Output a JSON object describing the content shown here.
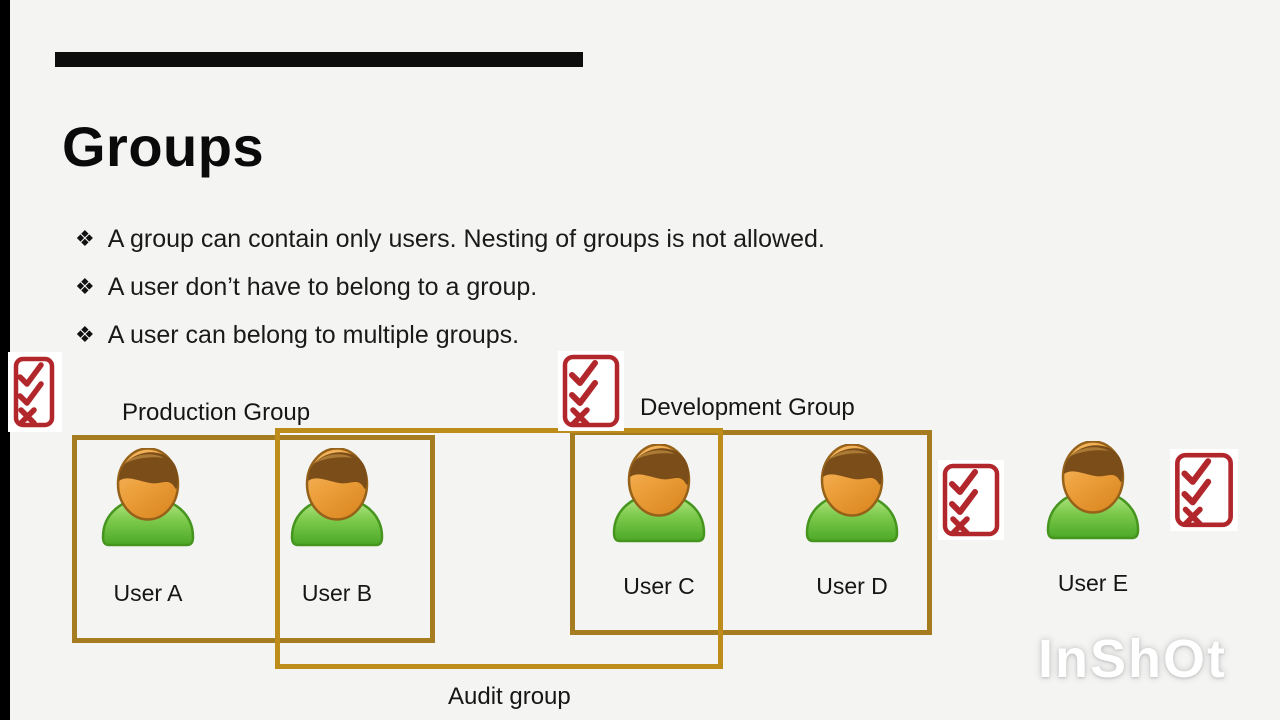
{
  "slide": {
    "title": "Groups",
    "bullet_glyph": "❖",
    "bullets": [
      "A group can contain only users. Nesting of groups is not allowed.",
      "A user don’t have to belong to a group.",
      "A user can belong to multiple groups."
    ]
  },
  "groups": {
    "production": {
      "label": "Production Group"
    },
    "development": {
      "label": "Development Group"
    },
    "audit": {
      "label": "Audit group"
    }
  },
  "users": [
    {
      "label": "User A"
    },
    {
      "label": "User B"
    },
    {
      "label": "User C"
    },
    {
      "label": "User D"
    },
    {
      "label": "User E"
    }
  ],
  "watermark": {
    "text": "InShOt"
  },
  "icons": {
    "checklist": "red checklist box with two check marks and one cross",
    "user": "person with orange head and green torso"
  },
  "colors": {
    "background": "#f4f4f3",
    "edge_bar": "#000000",
    "title_rule": "#0d0d0d",
    "text": "#1a1a1a",
    "group_border": "#a67c20",
    "audit_border": "#be8c1b",
    "checklist_red": "#b2272b",
    "user_green": "#5cb434",
    "user_orange": "#e99a33",
    "user_hair": "#7a4c17"
  }
}
